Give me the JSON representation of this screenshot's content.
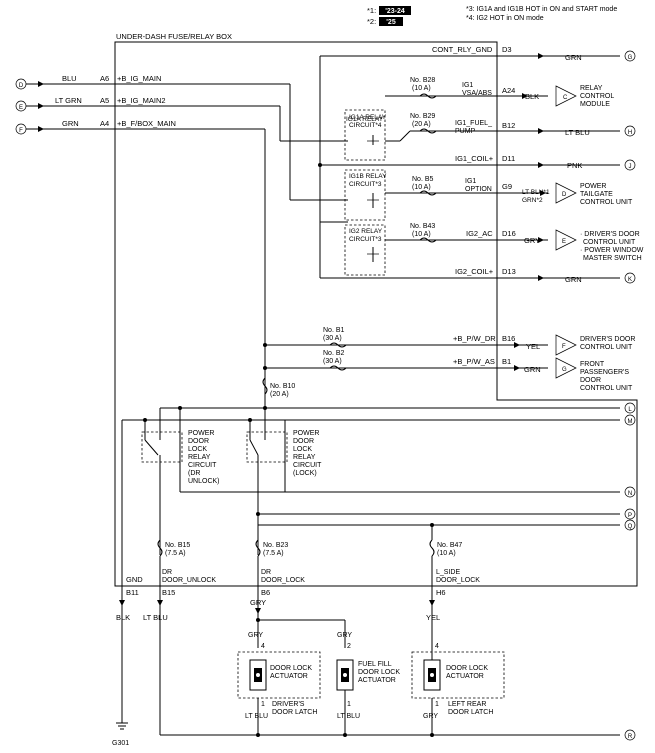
{
  "notes": {
    "n1_mark": "*1:",
    "n1_badge": "'23-24",
    "n2_mark": "*2:",
    "n2_badge": "'25",
    "n3": "*3: IG1A and IG1B HOT in ON and START mode",
    "n4": "*4: IG2 HOT in ON mode"
  },
  "box_title": "UNDER-DASH FUSE/RELAY BOX",
  "inputs": [
    {
      "connector": "D",
      "wire": "BLU",
      "pin": "A6",
      "signal": "+B_IG_MAIN"
    },
    {
      "connector": "E",
      "wire": "LT GRN",
      "pin": "A5",
      "signal": "+B_IG_MAIN2"
    },
    {
      "connector": "F",
      "wire": "GRN",
      "pin": "A4",
      "signal": "+B_F/BOX_MAIN"
    }
  ],
  "relays": {
    "ig1a": "IG1A RELAY\nCIRCUIT*4",
    "ig1b": "IG1B RELAY\nCIRCUIT*3",
    "ig2": "IG2 RELAY\nCIRCUIT*3"
  },
  "fuses": {
    "b28": "No. B28\n(10 A)",
    "b29": "No. B29\n(20 A)",
    "b5": "No. B5\n(10 A)",
    "b43": "No. B43\n(10 A)",
    "b1": "No. B1\n(30 A)",
    "b2": "No. B2\n(30 A)",
    "b10": "No. B10\n(20 A)",
    "b15": "No. B15\n(7.5 A)",
    "b23": "No. B23\n(7.5 A)",
    "b47": "No. B47\n(10 A)"
  },
  "outputs": [
    {
      "signal": "CONT_RLY_GND",
      "pin": "D3",
      "wire": "GRN",
      "dest": "G"
    },
    {
      "signal": "IG1\nVSA/ABS",
      "pin": "A24",
      "wire": "BLK",
      "dest": "C",
      "module": "RELAY\nCONTROL\nMODULE"
    },
    {
      "signal": "IG1_FUEL_\nPUMP",
      "pin": "B12",
      "wire": "LT BLU",
      "dest": "H"
    },
    {
      "signal": "IG1_COIL+",
      "pin": "D11",
      "wire": "PNK",
      "dest": "J"
    },
    {
      "signal": "IG1\nOPTION",
      "pin": "G9",
      "wire": "LT BLU*1\nGRN*2",
      "dest": "D",
      "module": "POWER\nTAILGATE\nCONTROL UNIT"
    },
    {
      "signal": "IG2_AC",
      "pin": "D16",
      "wire": "GRY",
      "dest": "E",
      "module": "· DRIVER'S DOOR\n  CONTROL UNIT\n· POWER WINDOW\n  MASTER SWITCH"
    },
    {
      "signal": "IG2_COIL+",
      "pin": "D13",
      "wire": "GRN",
      "dest": "K"
    },
    {
      "signal": "+B_P/W_DR",
      "pin": "B16",
      "wire": "YEL",
      "dest": "F",
      "module": "DRIVER'S DOOR\nCONTROL UNIT"
    },
    {
      "signal": "+B_P/W_AS",
      "pin": "B1",
      "wire": "GRN",
      "dest": "G",
      "module": "FRONT\nPASSENGER'S\nDOOR\nCONTROL UNIT"
    }
  ],
  "lock_relays": {
    "unlock": "POWER\nDOOR\nLOCK\nRELAY\nCIRCUIT\n(DR\nUNLOCK)",
    "lock": "POWER\nDOOR\nLOCK\nRELAY\nCIRCUIT\n(LOCK)"
  },
  "right_connectors": [
    "L",
    "M",
    "N",
    "P",
    "Q",
    "R"
  ],
  "bottom_pins": [
    {
      "signal": "GND",
      "pin": "B11",
      "wire": "BLK"
    },
    {
      "signal": "DR\nDOOR_UNLOCK",
      "pin": "B15",
      "wire": "LT BLU"
    },
    {
      "signal": "DR\nDOOR_LOCK",
      "pin": "B6",
      "wire": "GRY"
    },
    {
      "signal": "L_SIDE\nDOOR_LOCK",
      "pin": "H6",
      "wire": "YEL"
    }
  ],
  "ground": "G301",
  "actuators": {
    "driver": {
      "label": "DOOR LOCK\nACTUATOR",
      "caption": "DRIVER'S\nDOOR LATCH",
      "pin_top": "4",
      "pin_bot": "1",
      "wire_top": "GRY",
      "wire_bot": "LT BLU"
    },
    "fuel": {
      "label": "FUEL FILL\nDOOR LOCK\nACTUATOR",
      "pin_top": "2",
      "pin_bot": "1",
      "wire_top": "GRY",
      "wire_bot": "LT BLU"
    },
    "rear": {
      "label": "DOOR LOCK\nACTUATOR",
      "caption": "LEFT REAR\nDOOR LATCH",
      "pin_top": "4",
      "pin_bot": "1",
      "wire_top": "YEL",
      "wire_bot": "GRY"
    }
  }
}
